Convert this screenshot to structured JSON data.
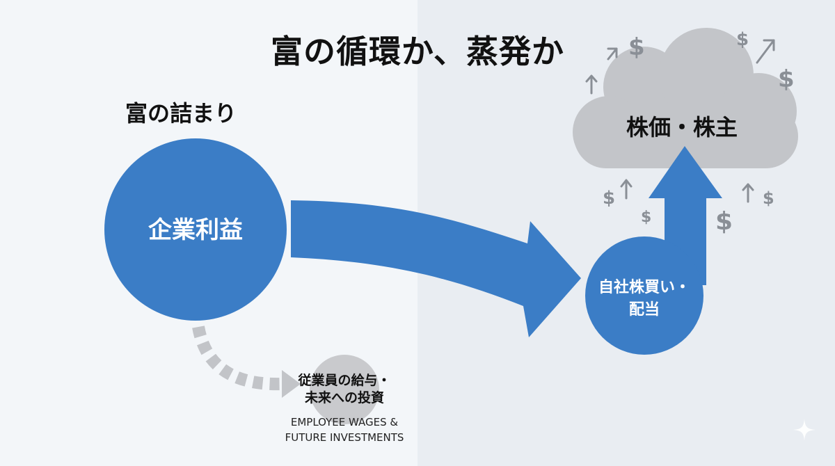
{
  "title": "富の循環か、蒸発か",
  "left": {
    "clog_label": "富の詰まり",
    "corporate_profit": "企業利益",
    "employee_label_jp_line1": "従業員の給与・",
    "employee_label_jp_line2": "未来への投資",
    "employee_label_en_line1": "EMPLOYEE WAGES &",
    "employee_label_en_line2": "FUTURE INVESTMENTS"
  },
  "right": {
    "buyback_line1": "自社株買い・",
    "buyback_line2": "配当",
    "cloud_label": "株価・株主",
    "dollar_symbol": "$"
  },
  "colors": {
    "primary_blue": "#3b7dc6",
    "cloud_gray": "#c3c5c9",
    "small_gray": "#c9cacd",
    "dashed_gray": "#c2c4c8",
    "icon_gray": "#8a8f96"
  },
  "icons": [
    "dollar-icon",
    "up-arrow-icon",
    "sparkle-icon"
  ]
}
